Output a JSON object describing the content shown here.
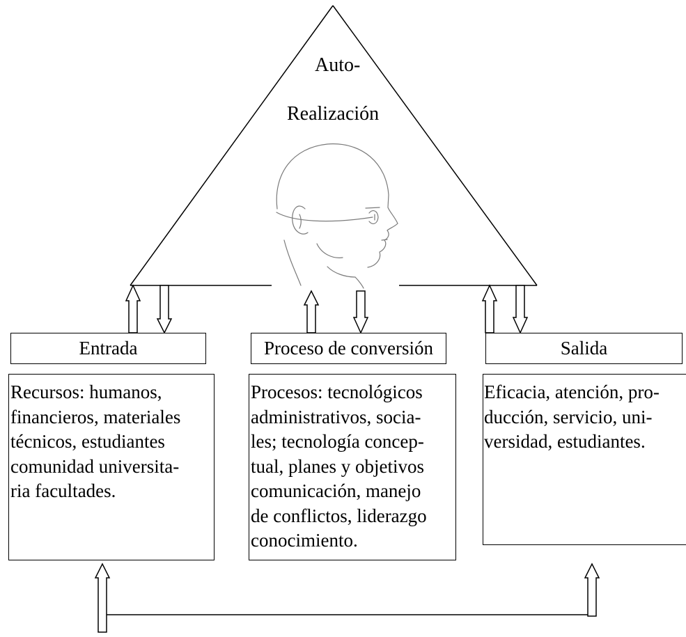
{
  "apex": {
    "line1": "Auto-",
    "line2": "Realización"
  },
  "icons": {
    "head": "head-profile-icon",
    "up_arrow": "hollow-up-arrow-icon",
    "down_arrow": "hollow-down-arrow-icon"
  },
  "columns": [
    {
      "header": "Entrada",
      "body": "Recursos: humanos,\nfinancieros, materiales\ntécnicos, estudiantes\ncomunidad universita-\nria facultades."
    },
    {
      "header": "Proceso de conversión",
      "body": "Procesos: tecnológicos\nadministrativos, socia-\nles; tecnología concep-\ntual, planes y objetivos\ncomunicación, manejo\nde conflictos, liderazgo\nconocimiento."
    },
    {
      "header": "Salida",
      "body": "Eficacia, atención, pro-\nducción, servicio, uni-\nversidad, estudiantes."
    }
  ],
  "colors": {
    "stroke": "#000000",
    "background": "#ffffff",
    "sketch": "#7a7a7a"
  }
}
